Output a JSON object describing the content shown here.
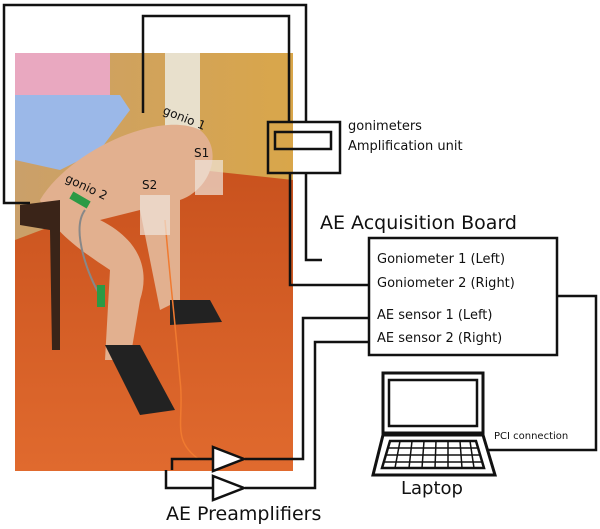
{
  "photo_labels": {
    "gonio1": "gonio 1",
    "gonio2": "gonio 2",
    "s1": "S1",
    "s2": "S2"
  },
  "amp_unit": {
    "line1": "gonimeters",
    "line2": "Amplification unit"
  },
  "board": {
    "title": "AE Acquisition Board",
    "channels": [
      "Goniometer 1 (Left)",
      "Goniometer 2 (Right)",
      "AE sensor 1 (Left)",
      "AE sensor 2 (Right)"
    ]
  },
  "laptop": {
    "label": "Laptop",
    "connection": "PCI connection"
  },
  "preamps": {
    "label": "AE Preamplifiers"
  }
}
